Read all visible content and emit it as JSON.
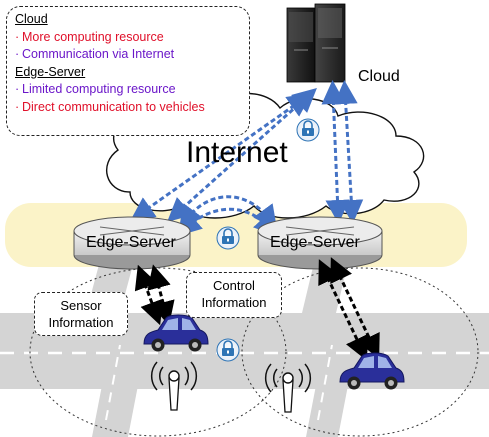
{
  "legend": {
    "cloud_header": "Cloud",
    "cloud_items": [
      {
        "text": "More computing resource",
        "color": "#e0102a"
      },
      {
        "text": "Communication via Internet",
        "color": "#6b17c9"
      }
    ],
    "edge_header": "Edge-Server",
    "edge_items": [
      {
        "text": "Limited computing resource",
        "color": "#6b17c9"
      },
      {
        "text": "Direct communication to vehicles",
        "color": "#e0102a"
      }
    ]
  },
  "labels": {
    "cloud": "Cloud",
    "internet": "Internet",
    "edge_server_left": "Edge-Server",
    "edge_server_right": "Edge-Server",
    "sensor_line1": "Sensor",
    "sensor_line2": "Information",
    "control_line1": "Control",
    "control_line2": "Information"
  },
  "colors": {
    "internet_link": "#4472c4",
    "vehicle_link": "#000000",
    "edge_band": "#fbf3c8",
    "road": "#d4d4d4",
    "lock": "#2e74b5",
    "car": "#2a2f9a"
  },
  "icons": [
    "server-rack-icon",
    "lock-icon",
    "car-icon",
    "antenna-icon",
    "router-icon"
  ]
}
